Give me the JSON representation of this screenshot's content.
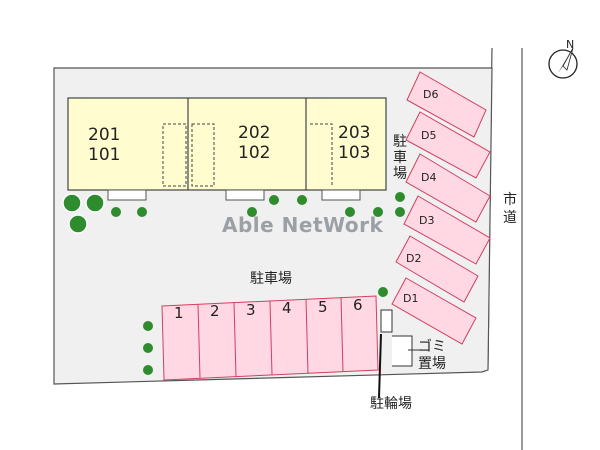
{
  "units": [
    "201",
    "101",
    "202",
    "102",
    "203",
    "103"
  ],
  "parking_side": [
    "駐",
    "車",
    "場"
  ],
  "road_label": [
    "市",
    "道"
  ],
  "watermark": "Able NetWork",
  "parking_main": "駐車場",
  "stalls": [
    "1",
    "2",
    "3",
    "4",
    "5",
    "6"
  ],
  "diag_spaces": [
    "D6",
    "D5",
    "D4",
    "D3",
    "D2",
    "D1"
  ],
  "garbage": [
    "ゴミ",
    "置場"
  ],
  "bicycle": "駐輪場",
  "compass": "N",
  "colors": {
    "building": "#fffdd0",
    "parking": "#ffd8e4",
    "lot": "#f0f0f0",
    "tree": "#2e8b2e",
    "watermark": "#9aa0a6"
  }
}
